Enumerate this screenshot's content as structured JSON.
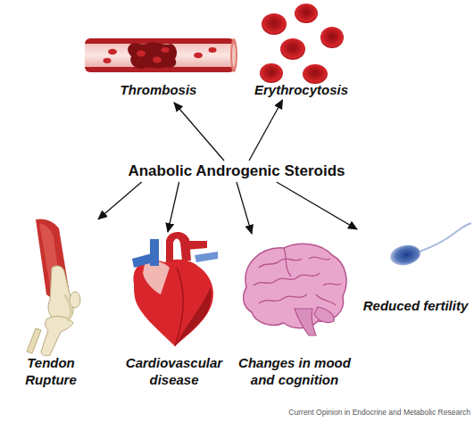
{
  "diagram": {
    "nodes": [
      {
        "text": [
          "Thrombosis"
        ]
      },
      {
        "text": [
          "Erythrocytosis"
        ]
      },
      {
        "text": [
          "Anabolic Androgenic Steroids"
        ]
      },
      {
        "text": [
          "Tendon Rupture"
        ]
      },
      {
        "text": [
          "Cardiovascular disease"
        ]
      },
      {
        "text": [
          "Changes in mood and cognition"
        ]
      },
      {
        "text": [
          "Reduced fertility"
        ]
      }
    ],
    "edges": [
      {
        "from": 2,
        "to": 0,
        "arrow": "to"
      },
      {
        "from": 2,
        "to": 1,
        "arrow": "to"
      },
      {
        "from": 2,
        "to": 3,
        "arrow": "to"
      },
      {
        "from": 2,
        "to": 4,
        "arrow": "to"
      },
      {
        "from": 2,
        "to": 5,
        "arrow": "to"
      },
      {
        "from": 2,
        "to": 6,
        "arrow": "to"
      }
    ],
    "labels": [
      "Current Opinion in Endocrine and Metabolic Research"
    ]
  }
}
